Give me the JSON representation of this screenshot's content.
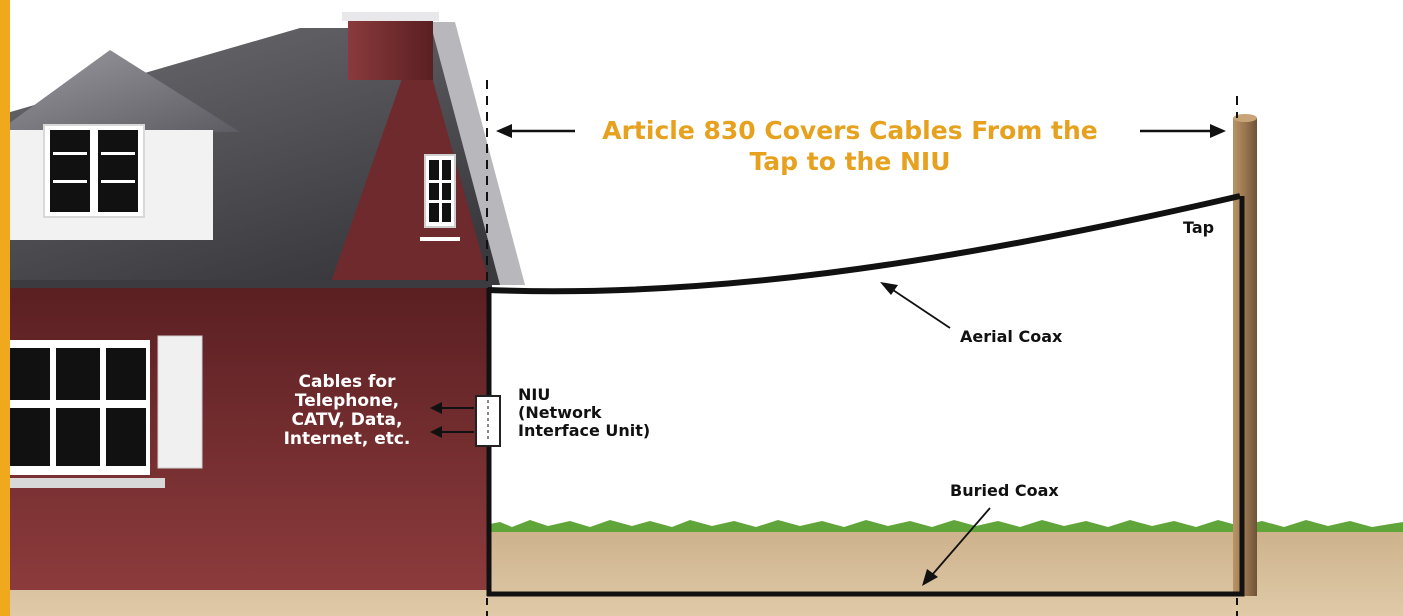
{
  "diagram": {
    "title_line1": "Article 830 Covers Cables From the",
    "title_line2": "Tap to the NIU",
    "labels": {
      "tap": "Tap",
      "aerial_coax": "Aerial Coax",
      "buried_coax": "Buried Coax",
      "niu_line1": "NIU",
      "niu_line2": "(Network",
      "niu_line3": "Interface Unit)",
      "cables_line1": "Cables for",
      "cables_line2": "Telephone,",
      "cables_line3": "CATV, Data,",
      "cables_line4": "Internet, etc."
    },
    "colors": {
      "title": "#e6a11f",
      "accent_bar": "#f0a81c",
      "house_wall": "#7a2d2e",
      "roof": "#4a4a4e",
      "ground": "#d9c19e",
      "grass": "#5fa53a",
      "pole": "#9a7b55",
      "cable": "#111111"
    },
    "icons": [
      "house",
      "utility-pole",
      "niu-box",
      "left-arrow",
      "right-arrow"
    ]
  }
}
